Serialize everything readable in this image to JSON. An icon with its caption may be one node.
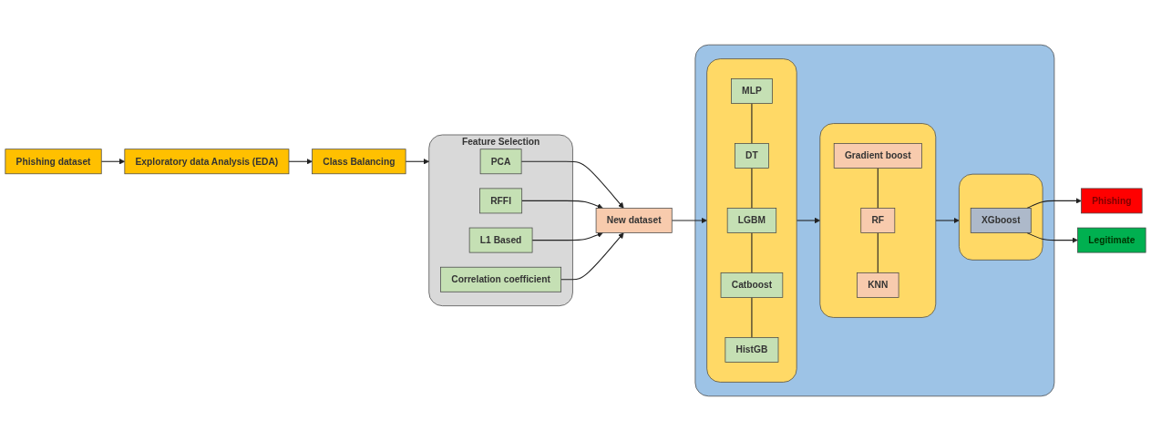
{
  "diagram": {
    "nodes": [
      {
        "text": [
          "Phishing dataset"
        ]
      },
      {
        "text": [
          "Exploratory data Analysis (EDA)"
        ]
      },
      {
        "text": [
          "Class Balancing"
        ]
      },
      {
        "text": [
          "Feature Selection"
        ]
      },
      {
        "text": [
          "PCA"
        ],
        "in": 3
      },
      {
        "text": [
          "RFFI"
        ],
        "in": 3
      },
      {
        "text": [
          "L1 Based"
        ],
        "in": 3
      },
      {
        "text": [
          "Correlation coefficient"
        ],
        "in": 3
      },
      {
        "text": [
          "New dataset"
        ]
      },
      {
        "text": [],
        "shape": "box"
      },
      {
        "text": [],
        "shape": "box",
        "in": 9
      },
      {
        "text": [
          "MLP"
        ],
        "in": 10
      },
      {
        "text": [
          "DT"
        ],
        "in": 10
      },
      {
        "text": [
          "LGBM"
        ],
        "in": 10
      },
      {
        "text": [
          "Catboost"
        ],
        "in": 10
      },
      {
        "text": [
          "HistGB"
        ],
        "in": 10
      },
      {
        "text": [],
        "shape": "box",
        "in": 9
      },
      {
        "text": [
          "Gradient boost"
        ],
        "in": 16
      },
      {
        "text": [
          "RF"
        ],
        "in": 16
      },
      {
        "text": [
          "KNN"
        ],
        "in": 16
      },
      {
        "text": [],
        "shape": "box",
        "in": 9
      },
      {
        "text": [
          "XGboost"
        ],
        "in": 20
      },
      {
        "text": [
          "Phishing"
        ]
      },
      {
        "text": [
          "Legitimate"
        ]
      }
    ],
    "edges": [
      {
        "from": 0,
        "to": 1,
        "arrow": "to"
      },
      {
        "from": 1,
        "to": 2,
        "arrow": "to"
      },
      {
        "from": 2,
        "to": 3,
        "arrow": "to"
      },
      {
        "from": 4,
        "to": 8,
        "arrow": "to"
      },
      {
        "from": 5,
        "to": 8,
        "arrow": "to"
      },
      {
        "from": 6,
        "to": 8,
        "arrow": "to"
      },
      {
        "from": 7,
        "to": 8,
        "arrow": "to"
      },
      {
        "from": 8,
        "to": 10,
        "arrow": "to"
      },
      {
        "from": 11,
        "to": 12,
        "arrow": "none"
      },
      {
        "from": 12,
        "to": 13,
        "arrow": "none"
      },
      {
        "from": 13,
        "to": 14,
        "arrow": "none"
      },
      {
        "from": 14,
        "to": 15,
        "arrow": "none"
      },
      {
        "from": 10,
        "to": 16,
        "arrow": "to"
      },
      {
        "from": 17,
        "to": 18,
        "arrow": "none"
      },
      {
        "from": 18,
        "to": 19,
        "arrow": "none"
      },
      {
        "from": 16,
        "to": 20,
        "arrow": "to"
      },
      {
        "from": 21,
        "to": 22,
        "arrow": "to"
      },
      {
        "from": 21,
        "to": 23,
        "arrow": "to"
      }
    ]
  }
}
